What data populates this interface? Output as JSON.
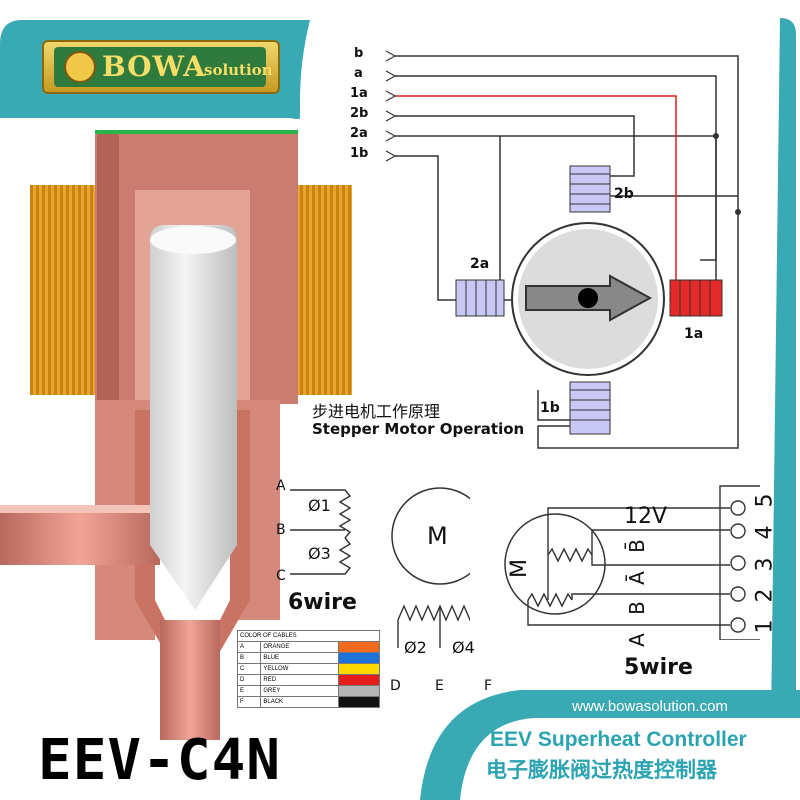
{
  "brand": {
    "logo_main": "BOWA",
    "logo_sub": "solution"
  },
  "stepper_diagram": {
    "wire_labels": [
      "b",
      "a",
      "1a",
      "2b",
      "2a",
      "1b"
    ],
    "coil_labels": {
      "top": "2b",
      "left": "2a",
      "right": "1a",
      "bottom": "1b"
    },
    "caption_cn": "步进电机工作原理",
    "caption_en": "Stepper Motor Operation"
  },
  "six_wire": {
    "terminals": [
      "A",
      "B",
      "C"
    ],
    "phases": [
      "Ø1",
      "Ø3"
    ],
    "bottom_terminals": [
      "D",
      "E",
      "F"
    ],
    "bottom_phases": [
      "Ø2",
      "Ø4"
    ],
    "motor_label": "M",
    "label": "6wire"
  },
  "five_wire": {
    "pins": [
      "1",
      "2",
      "3",
      "4",
      "5"
    ],
    "voltage": "12V",
    "signal_labels": [
      "A",
      "B",
      "Ā",
      "B̄"
    ],
    "motor_label": "M",
    "label": "5wire"
  },
  "cable_table": {
    "header": "COLOR OF CABLES",
    "rows": [
      {
        "code": "A",
        "name": "ORANGE",
        "color": "#f26b1d"
      },
      {
        "code": "B",
        "name": "BLUE",
        "color": "#1e73d8"
      },
      {
        "code": "C",
        "name": "YELLOW",
        "color": "#ffd800"
      },
      {
        "code": "D",
        "name": "RED",
        "color": "#e41c1c"
      },
      {
        "code": "E",
        "name": "GREY",
        "color": "#b5b5b5"
      },
      {
        "code": "F",
        "name": "BLACK",
        "color": "#111111"
      }
    ]
  },
  "footer": {
    "model": "EEV-C4N",
    "website": "www.bowasolution.com",
    "title_en": "EEV Superheat Controller",
    "title_cn": "电子膨胀阀过热度控制器"
  },
  "colors": {
    "teal": "#39a9b3",
    "copper": "#e0897a",
    "coil_blue": "#c9c8f4",
    "coil_red": "#e52a2a",
    "gear": "#e9a52b"
  }
}
